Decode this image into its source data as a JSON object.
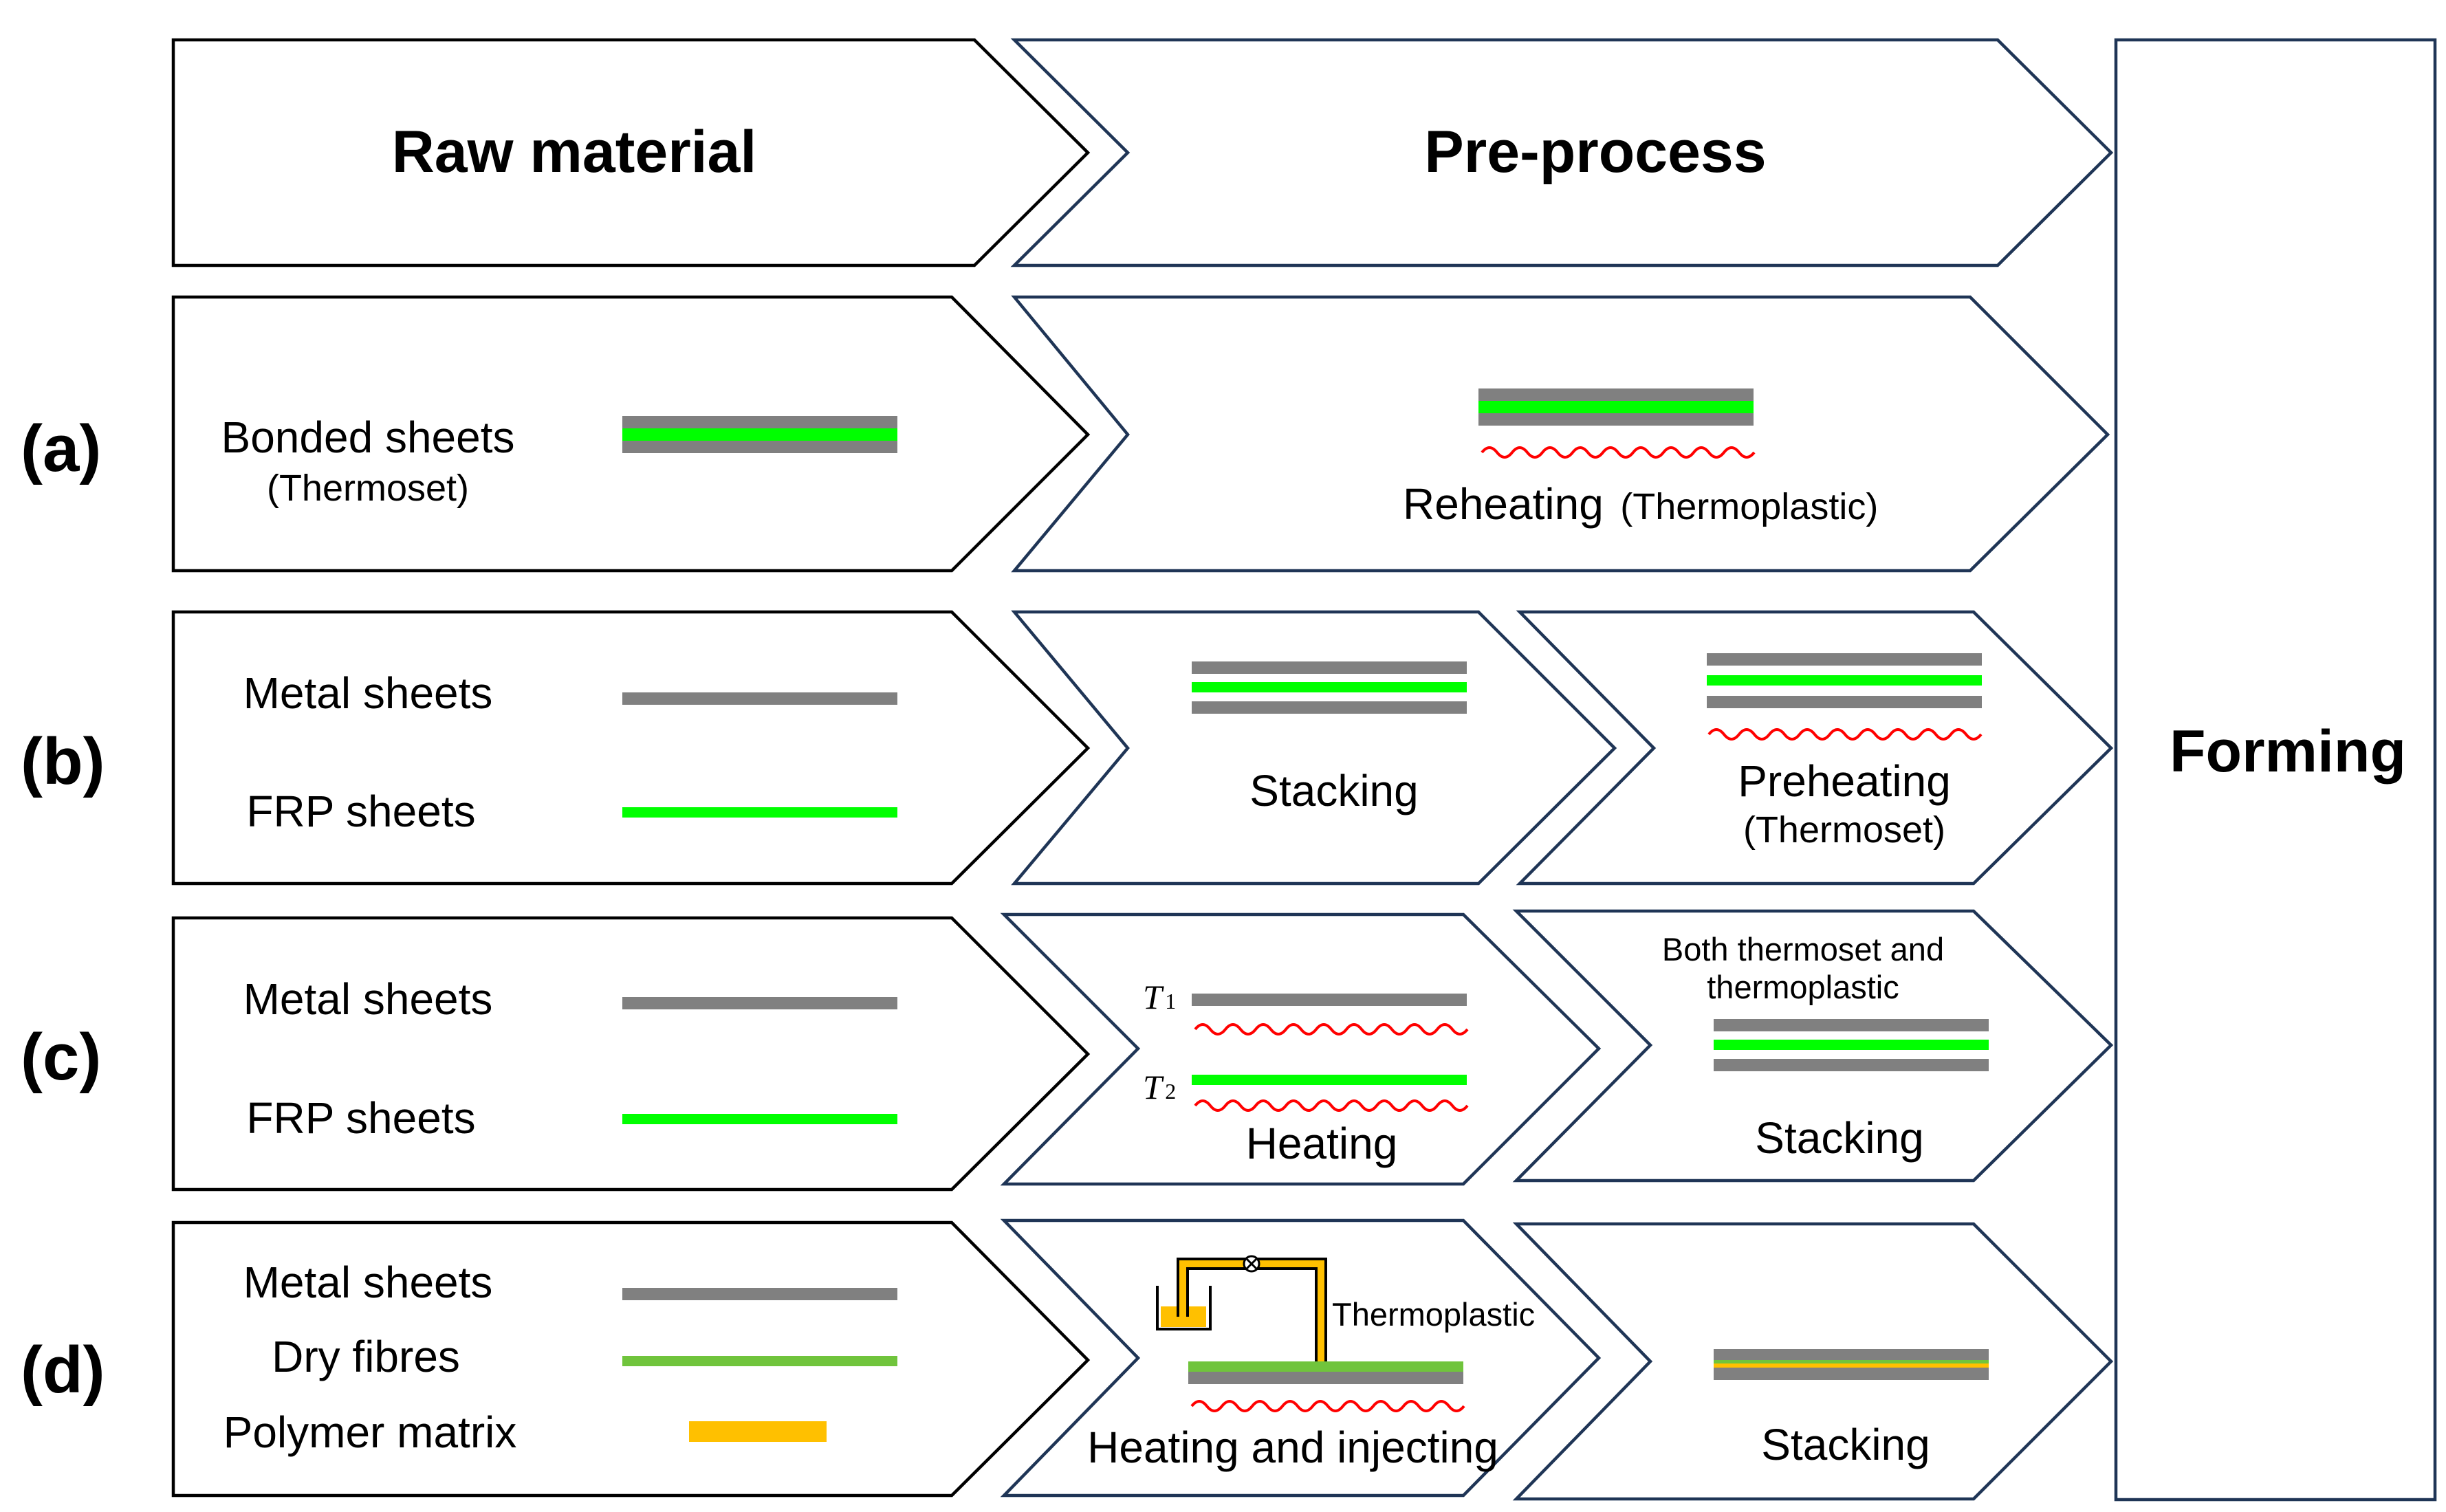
{
  "colors": {
    "metal": "#808080",
    "frp": "#00ff00",
    "dry_fibre": "#70c43c",
    "polymer": "#ffc000",
    "heat_wave": "#ff0000",
    "outline_raw": "#000000",
    "outline_process": "#1f3556"
  },
  "headers": {
    "raw_material": "Raw material",
    "pre_process": "Pre-process",
    "forming": "Forming"
  },
  "rows": {
    "a": {
      "label": "(a)",
      "raw_title": "Bonded sheets",
      "raw_sub": "(Thermoset)",
      "step1": "Reheating",
      "step1_sub": "(Thermoplastic)"
    },
    "b": {
      "label": "(b)",
      "raw_1": "Metal sheets",
      "raw_2": "FRP sheets",
      "step1": "Stacking",
      "step2": "Preheating",
      "step2_sub": "(Thermoset)"
    },
    "c": {
      "label": "(c)",
      "raw_1": "Metal sheets",
      "raw_2": "FRP sheets",
      "t1": "T",
      "t1_sub": "1",
      "t2": "T",
      "t2_sub": "2",
      "step1": "Heating",
      "step2_note_1": "Both thermoset and",
      "step2_note_2": "thermoplastic",
      "step2": "Stacking"
    },
    "d": {
      "label": "(d)",
      "raw_1": "Metal sheets",
      "raw_2": "Dry fibres",
      "raw_3": "Polymer matrix",
      "injector_label": "Thermoplastic",
      "step1": "Heating and injecting",
      "step2": "Stacking"
    }
  }
}
